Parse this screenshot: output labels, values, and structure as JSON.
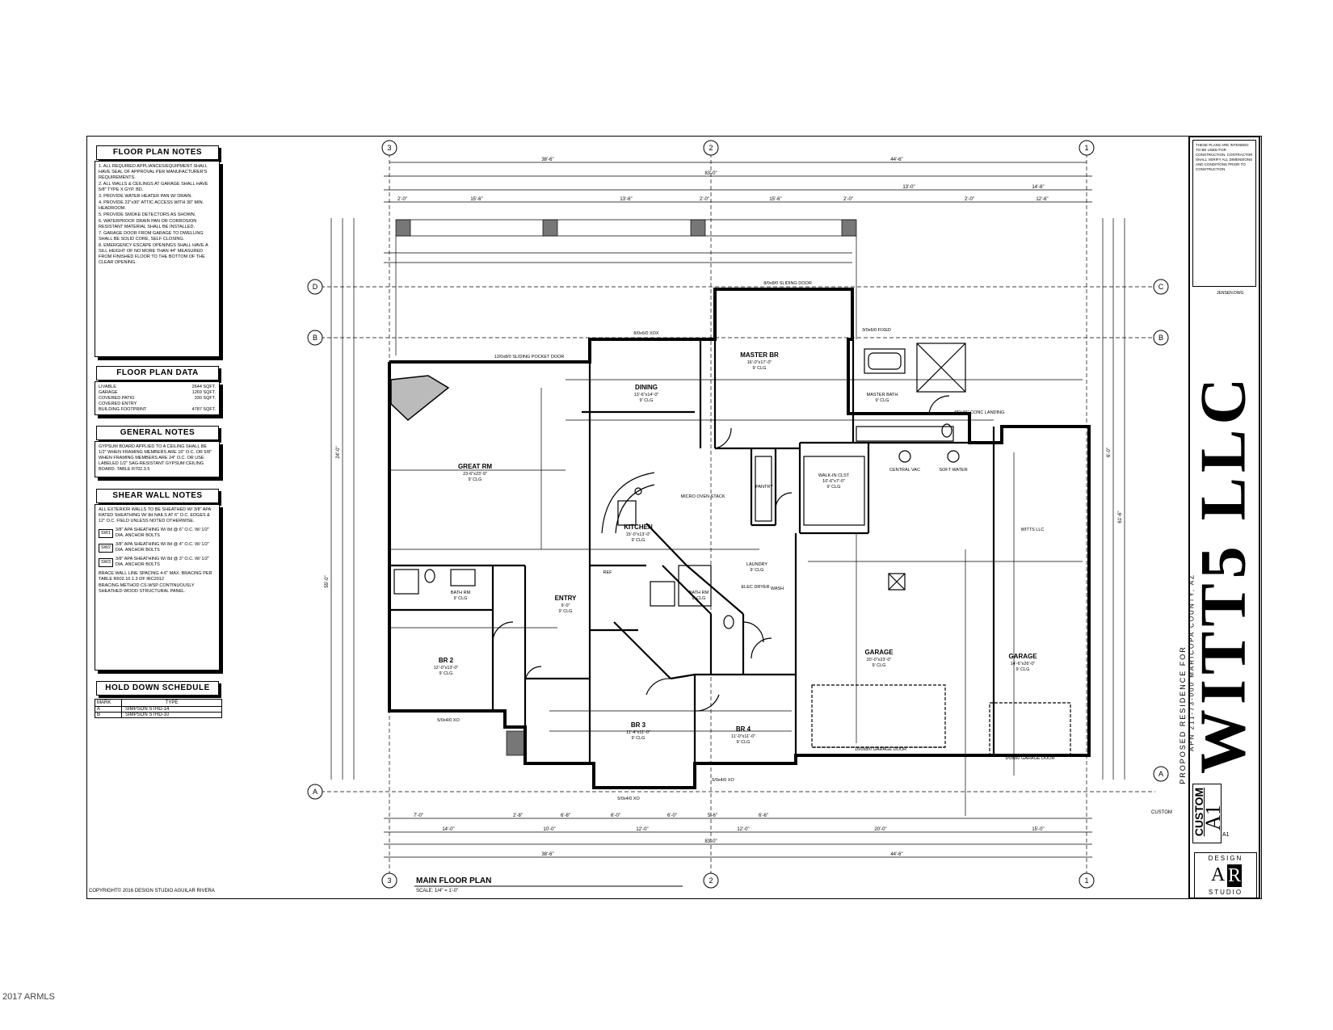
{
  "watermark": "2017 ARMLS",
  "copyright": "COPYRIGHT© 2016  DESIGN STUDIO AGUILAR RIVERA",
  "notes": {
    "floor_plan_notes": {
      "title": "FLOOR PLAN NOTES",
      "items": [
        "1. ALL REQUIRED APPLIANCES/EQUIPMENT SHALL HAVE SEAL OF APPROVAL PER MANUFACTURER'S REQUIREMENTS.",
        "2. ALL WALLS & CEILINGS AT GARAGE SHALL HAVE 5/8\" TYPE X GYP. BD.",
        "3. PROVIDE WATER HEATER PAN W/ DRAIN.",
        "4. PROVIDE 22\"x30\" ATTIC ACCESS WITH 30\" MIN. HEADROOM.",
        "5. PROVIDE SMOKE DETECTORS AS SHOWN.",
        "6. WATERPROOF DRAIN PAN OR CORROSION RESISTANT MATERIAL SHALL BE INSTALLED.",
        "7. GARAGE DOOR FROM GARAGE TO DWELLING SHALL BE SOLID CORE, SELF CLOSING.",
        "8. EMERGENCY ESCAPE OPENINGS SHALL HAVE A SILL HEIGHT OF NO MORE THAN 44\" MEASURED FROM FINISHED FLOOR TO THE BOTTOM OF THE CLEAR OPENING."
      ]
    },
    "floor_plan_data": {
      "title": "FLOOR PLAN DATA",
      "rows": [
        {
          "label": "LIVABLE",
          "value": "2644 SQFT."
        },
        {
          "label": "GARAGE",
          "value": "1269 SQFT."
        },
        {
          "label": "COVERED PATIO",
          "value": "330 SQFT."
        },
        {
          "label": "COVERED ENTRY",
          "value": ""
        },
        {
          "label": "BUILDING FOOTPRINT",
          "value": "4787 SQFT."
        }
      ]
    },
    "general_notes": {
      "title": "GENERAL NOTES",
      "text": "GYPSUM BOARD APPLIED TO A CEILING SHALL BE 1/2\" WHEN FRAMING MEMBERS ARE 16\" O.C. OR 5/8\" WHEN FRAMING MEMBERS ARE 24\" O.C. OR USE LABELED 1/2\" SAG-RESISTANT GYPSUM CEILING BOARD. TABLE R702.3.5"
    },
    "shear_wall_notes": {
      "title": "SHEAR WALL NOTES",
      "text": "ALL EXTERIOR WALLS TO BE SHEATHED W/ 3/8\" APA RATED SHEATHING W/ 8d NAILS AT 6\" O.C. EDGES & 12\" O.C. FIELD UNLESS NOTED OTHERWISE.",
      "legend": [
        {
          "mark": "SW1",
          "text": "3/8\" APA SHEATHING W/ 8d @ 6\" O.C. W/ 1/2\" DIA. ANCHOR BOLTS"
        },
        {
          "mark": "SW2",
          "text": "3/8\" APA SHEATHING W/ 8d @ 4\" O.C. W/ 1/2\" DIA. ANCHOR BOLTS"
        },
        {
          "mark": "SW3",
          "text": "3/8\" APA SHEATHING W/ 8d @ 3\" O.C. W/ 1/2\" DIA. ANCHOR BOLTS"
        }
      ],
      "text2": "BRACE WALL LINE SPACING 4-6\" MAX. BRACING PER TABLE R602.10.1.3 OF IRC2012",
      "text3": "BRACING METHOD CS-WSP CONTINUOUSLY SHEATHED WOOD STRUCTURAL PANEL."
    },
    "hold_down": {
      "title": "HOLD DOWN SCHEDULE",
      "headers": [
        "MARK",
        "TYPE"
      ],
      "rows": [
        [
          "A",
          "SIMPSON STHD-14"
        ],
        [
          "B",
          "SIMPSON STHD-10"
        ]
      ]
    }
  },
  "plan": {
    "title": "MAIN FLOOR PLAN",
    "scale": "SCALE:   1/4\" = 1'-0\"",
    "grid_labels": {
      "top": [
        "3",
        "2",
        "1"
      ],
      "left": [
        "D",
        "B",
        "A"
      ],
      "right": [
        "C",
        "B",
        "A"
      ]
    },
    "rooms": [
      {
        "name": "GREAT RM",
        "size": "23-6\"x23'-9\"",
        "clg": "9' CLG"
      },
      {
        "name": "DINING",
        "size": "13'-6\"x14'-0\"",
        "clg": "9' CLG"
      },
      {
        "name": "MASTER BR",
        "size": "16'-0\"x17'-0\"",
        "clg": "9' CLG"
      },
      {
        "name": "KITCHEN",
        "size": "15'-0\"x13'-0\"",
        "clg": "9' CLG"
      },
      {
        "name": "ENTRY",
        "size": "9'-0\"",
        "clg": "9' CLG"
      },
      {
        "name": "BR 2",
        "size": "12'-0\"x13'-0\"",
        "clg": "9' CLG"
      },
      {
        "name": "BR 3",
        "size": "11'-4\"x11'-0\"",
        "clg": "9' CLG"
      },
      {
        "name": "BR 4",
        "size": "11'-0\"x11'-0\"",
        "clg": "9' CLG"
      },
      {
        "name": "GARAGE",
        "size": "20'-0\"x23'-0\"",
        "clg": "9' CLG"
      },
      {
        "name": "GARAGE",
        "size": "14'-6\"x26'-0\"",
        "clg": "9' CLG"
      },
      {
        "name": "MASTER BATH",
        "size": "",
        "clg": "9' CLG"
      },
      {
        "name": "WALK-IN CLST",
        "size": "10'-6\"x7'-0\"",
        "clg": "9' CLG"
      },
      {
        "name": "PANTRY",
        "size": "",
        "clg": ""
      },
      {
        "name": "LAUNDRY",
        "size": "9' CLG",
        "clg": ""
      },
      {
        "name": "BATH RM",
        "size": "9' CLG",
        "clg": ""
      },
      {
        "name": "BATH RM",
        "size": "9' CLG",
        "clg": ""
      }
    ],
    "labels": {
      "sliding_door_1": "12/0x8/0 SLIDING POCKET DOOR",
      "sliding_door_2": "8/0x8/0 SLIDING DOOR",
      "garage_door_1": "16/0x8/0 GARAGE DOOR",
      "garage_door_2": "9/0x8/0 GARAGE DOOR",
      "window_br3": "5/0x4/0 XO",
      "window_br4": "5/0x4/0 XO",
      "window_br2": "5/0x4/0 XO",
      "window_dining": "8/0x6/0 XOX",
      "window_bath": "3/0x6/0 FIXED",
      "owner_note": "WITTS LLC",
      "micro": "MICRO OVEN STACK",
      "ref": "REF",
      "central_vac": "CENTRAL VAC",
      "soft_water": "SOFT WATER",
      "elec_dryer": "ELEC DRYER",
      "wash": "WASH",
      "landing": "48\"x36\" CONC LANDING",
      "custom": "CUSTOM"
    },
    "dims_top_overall": "83'-0\"",
    "dims_top_left": "38'-6\"",
    "dims_top_right": "44'-6\"",
    "dims_top_row": [
      "2'-0\"",
      "15'-6\"",
      "13'-6\"",
      "2'-0\"",
      "15'-6\"",
      "2'-0\"",
      "13'-0\"",
      "2'-0\"",
      "14'-6\"",
      "12'-6\""
    ],
    "dims_bottom_overall": "83'-0\"",
    "dims_bottom_left": "38'-6\"",
    "dims_bottom_right": "44'-6\"",
    "dims_bottom_row": [
      "7'-0\"",
      "14'-0\"",
      "2'-8\"",
      "10'-0\"",
      "6'-8\"",
      "6'-0\"",
      "12'-0\"",
      "6'-0\"",
      "5'-6\"",
      "12'-0\"",
      "6'-6\"",
      "20'-0\"",
      "15'-0\""
    ],
    "dims_left": [
      "55'-0\"",
      "24'-0\""
    ],
    "dims_right": [
      "61'-6\"",
      "6'-0\""
    ]
  },
  "title_block": {
    "project": "WITT5 LLC",
    "subtitle": "PROPOSED RESIDENCE FOR",
    "address": "APN 211-73-000 MARICOPA COUNTY, AZ",
    "file": "JENSEN.DWG",
    "label": "CUSTOM",
    "sheet": "A1",
    "sheet_small": "A1",
    "logo_top": "DESIGN",
    "logo_letters_a": "A",
    "logo_letters_r": "R",
    "logo_bottom": "STUDIO",
    "notes_text": "THESE PLANS ARE INTENDED TO BE USED FOR CONSTRUCTION. CONTRACTOR SHALL VERIFY ALL DIMENSIONS AND CONDITIONS PRIOR TO CONSTRUCTION."
  }
}
